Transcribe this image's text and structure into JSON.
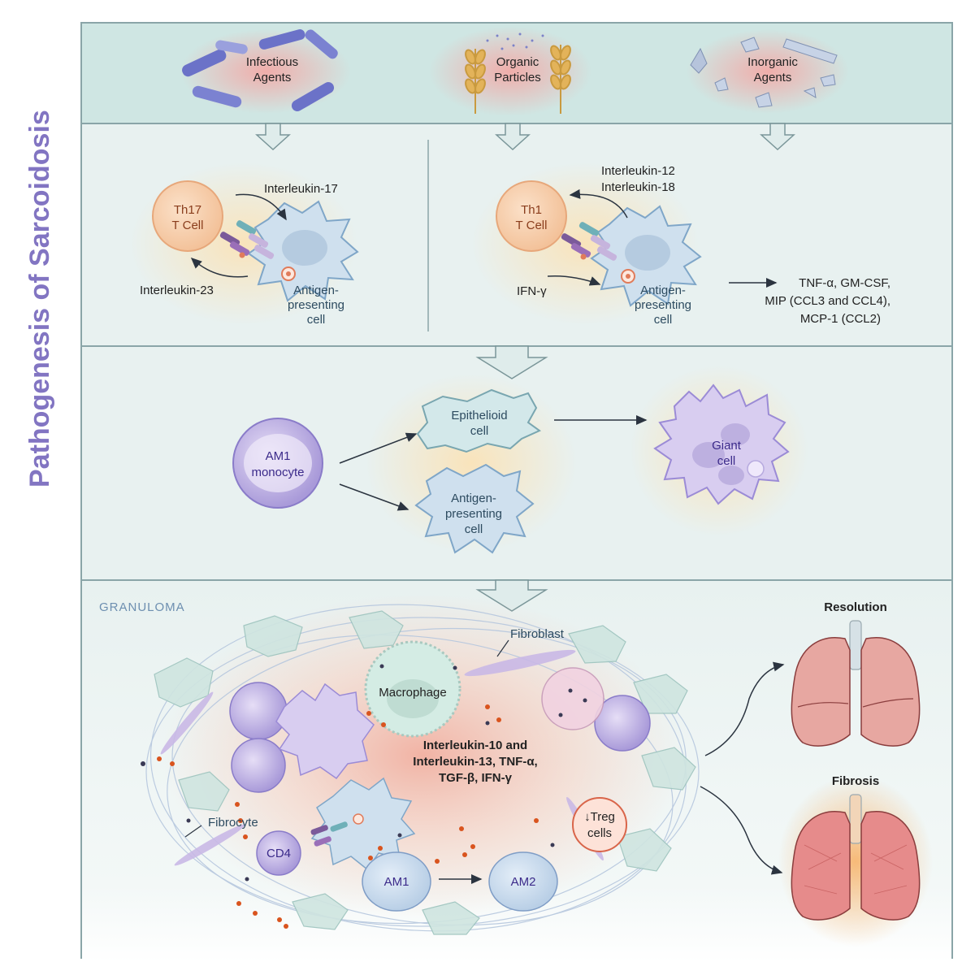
{
  "title": "Pathogenesis of Sarcoidosis",
  "triggers": [
    {
      "line1": "Infectious",
      "line2": "Agents"
    },
    {
      "line1": "Organic",
      "line2": "Particles"
    },
    {
      "line1": "Inorganic",
      "line2": "Agents"
    }
  ],
  "th17": {
    "cell_line1": "Th17",
    "cell_line2": "T Cell",
    "il17": "Interleukin-17",
    "il23": "Interleukin-23",
    "apc_line1": "Antigen-",
    "apc_line2": "presenting",
    "apc_line3": "cell"
  },
  "th1": {
    "cell_line1": "Th1",
    "cell_line2": "T Cell",
    "il12": "Interleukin-12",
    "il18": "Interleukin-18",
    "ifn": "IFN-γ",
    "apc_line1": "Antigen-",
    "apc_line2": "presenting",
    "apc_line3": "cell",
    "out_line1": "TNF-α, GM-CSF,",
    "out_line2": "MIP (CCL3 and CCL4),",
    "out_line3": "MCP-1 (CCL2)"
  },
  "differentiation": {
    "monocyte_line1": "AM1",
    "monocyte_line2": "monocyte",
    "epithelioid_line1": "Epithelioid",
    "epithelioid_line2": "cell",
    "apc_line1": "Antigen-",
    "apc_line2": "presenting",
    "apc_line3": "cell",
    "giant_line1": "Giant",
    "giant_line2": "cell"
  },
  "granuloma": {
    "section_label": "GRANULOMA",
    "fibroblast": "Fibroblast",
    "macrophage": "Macrophage",
    "cytokines_line1": "Interleukin-10 and",
    "cytokines_line2": "Interleukin-13, TNF-α,",
    "cytokines_line3": "TGF-β, IFN-γ",
    "fibrocyte": "Fibrocyte",
    "cd4": "CD4",
    "am1": "AM1",
    "am2": "AM2",
    "treg_line1": "↓Treg",
    "treg_line2": "cells"
  },
  "outcomes": {
    "resolution": "Resolution",
    "fibrosis": "Fibrosis"
  },
  "colors": {
    "panel_top": "#cfe6e3",
    "panel": "#e8f1f0",
    "border": "#8aa5a8",
    "title": "#8275c2",
    "arrow_fill": "#dfeceb"
  }
}
